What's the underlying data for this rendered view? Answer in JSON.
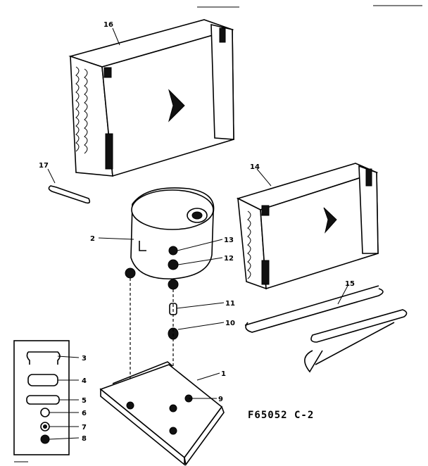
{
  "diagram": {
    "drawing_code": "F65052 C-2",
    "callouts": {
      "c1": "1",
      "c2": "2",
      "c3": "3",
      "c4": "4",
      "c5": "5",
      "c6": "6",
      "c7": "7",
      "c8": "8",
      "c9": "9",
      "c10": "10",
      "c11": "11",
      "c12": "12",
      "c13": "13",
      "c14": "14",
      "c15": "15",
      "c16": "16",
      "c17": "17"
    }
  }
}
